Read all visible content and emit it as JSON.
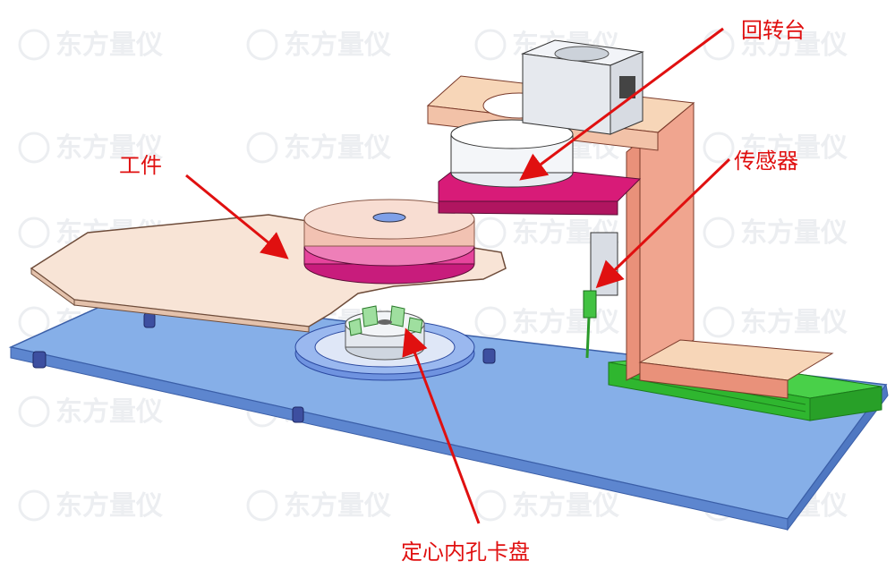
{
  "labels": {
    "rotary_table": "回转台",
    "sensor": "传感器",
    "workpiece": "工件",
    "centering_chuck": "定心内孔卡盘"
  },
  "watermark": {
    "text": "东方量仪"
  },
  "colors": {
    "label_red": "#e01010",
    "base_blue": "#7fa8e6",
    "rail_green": "#33cc33",
    "bracket_salmon": "#e9917a",
    "bracket_top": "#f7d6b8",
    "plate_magenta": "#d81b78",
    "disc_pink": "#f2c2b2",
    "arm_cream": "#f8e4d6",
    "chuck_green": "#9fdf9f"
  }
}
